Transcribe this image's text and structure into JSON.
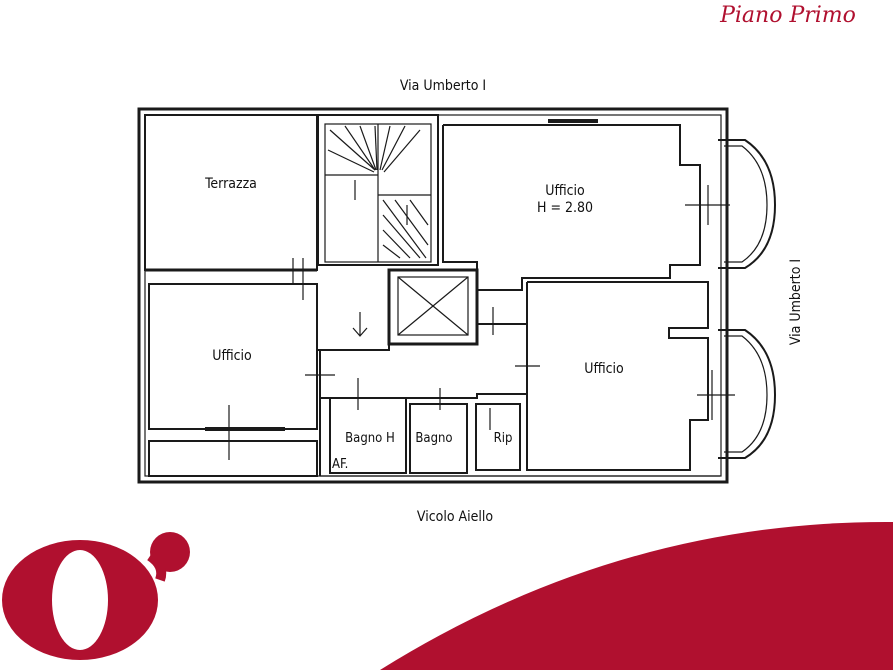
{
  "page": {
    "title": "Piano Primo",
    "brand_color": "#b0102f",
    "line_color": "#1a1a1a"
  },
  "streets": {
    "top": "Via Umberto I",
    "right": "Via Umberto I",
    "bottom": "Vicolo Aiello"
  },
  "rooms": {
    "terrazza": "Terrazza",
    "ufficio_top_right": "Ufficio",
    "ufficio_top_right_height": "H = 2.80",
    "ufficio_left": "Ufficio",
    "ufficio_right": "Ufficio",
    "bagno_h": "Bagno H",
    "bagno": "Bagno",
    "rip": "Rip",
    "af": "AF."
  },
  "logo": {
    "name": "brand-logo-icon"
  }
}
